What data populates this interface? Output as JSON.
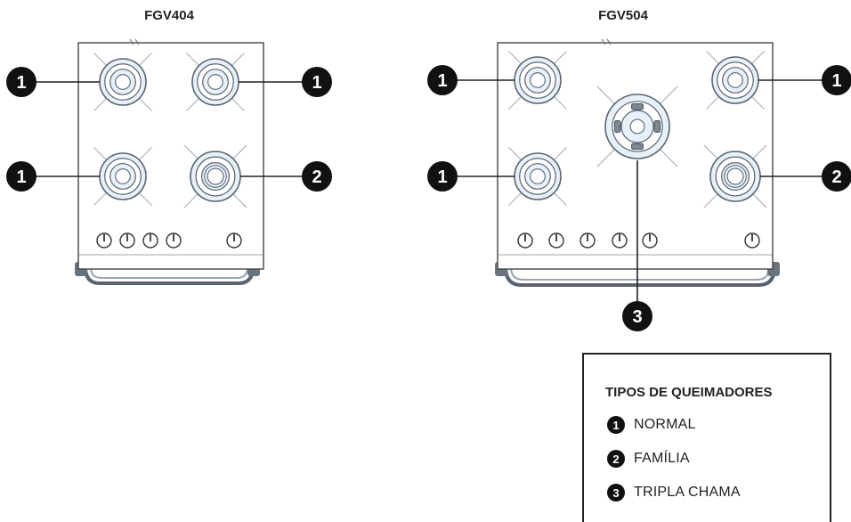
{
  "models": [
    {
      "name": "FGV404"
    },
    {
      "name": "FGV504"
    }
  ],
  "legend": {
    "title": "TIPOS DE QUEIMADORES",
    "items": [
      {
        "num": "1",
        "label": "NORMAL"
      },
      {
        "num": "2",
        "label": "FAMÍLIA"
      },
      {
        "num": "3",
        "label": "TRIPLA CHAMA"
      }
    ]
  },
  "colors": {
    "badge": "#111111",
    "line": "#222222",
    "burner_fill": "#e8f0fa",
    "burner_stroke": "#5a6470"
  }
}
